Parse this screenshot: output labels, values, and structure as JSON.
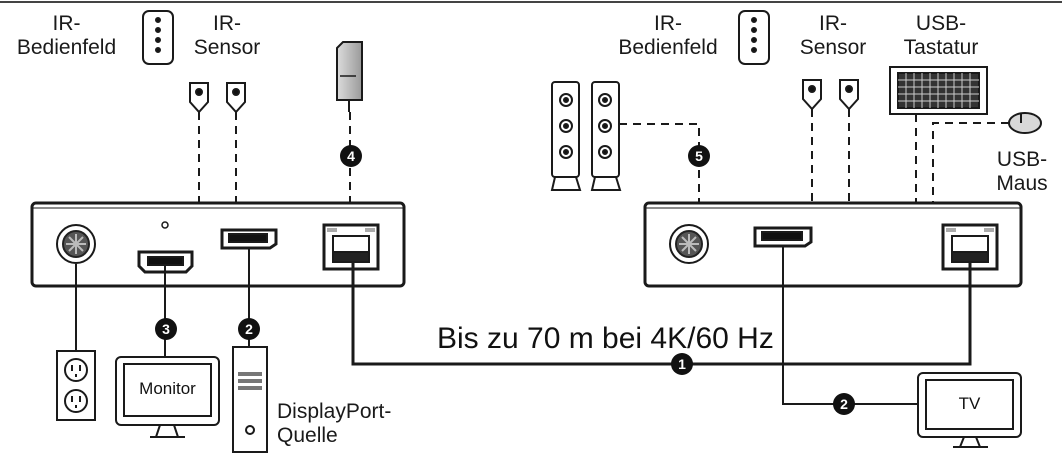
{
  "labels": {
    "ir_panel_left": [
      "IR-",
      "Bedienfeld"
    ],
    "ir_sensor_left": [
      "IR-",
      "Sensor"
    ],
    "ir_panel_right": [
      "IR-",
      "Bedienfeld"
    ],
    "ir_sensor_right": [
      "IR-",
      "Sensor"
    ],
    "usb_keyboard": [
      "USB-",
      "Tastatur"
    ],
    "usb_mouse": [
      "USB-",
      "Maus"
    ],
    "displayport_source": [
      "DisplayPort-",
      "Quelle"
    ],
    "monitor": "Monitor",
    "tv": "TV",
    "distance": "Bis zu 70 m bei 4K/60 Hz"
  },
  "badges": {
    "b1": "1",
    "b2": "2",
    "b3": "3",
    "b4": "4",
    "b5": "5"
  },
  "colors": {
    "line": "#1a1a1a",
    "device_fill": "#ffffff",
    "badge": "#111111"
  }
}
